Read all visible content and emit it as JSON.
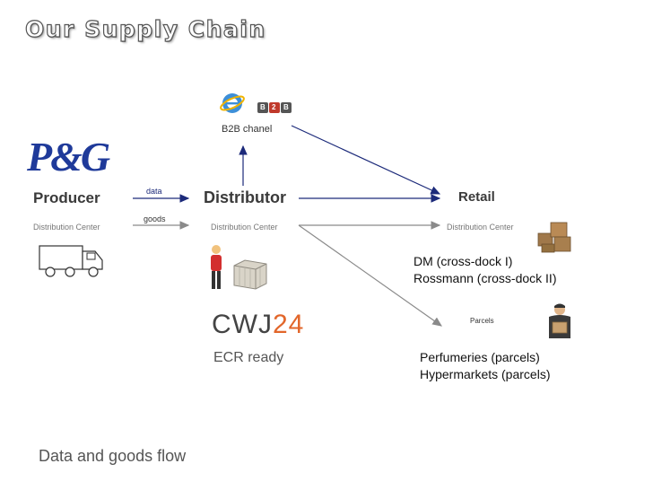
{
  "title": "Our Supply Chain",
  "logos": {
    "pg": "P&G",
    "cwj_prefix": "CWJ",
    "cwj_suffix": "24",
    "b2b": [
      "B",
      "2",
      "B"
    ]
  },
  "nodes": {
    "producer": {
      "label": "Producer",
      "sub": "Distribution Center"
    },
    "distributor": {
      "label": "Distributor",
      "sub": "Distribution Center"
    },
    "retail": {
      "label": "Retail",
      "sub": "Distribution Center"
    }
  },
  "b2b_channel": "B2B chanel",
  "flows": {
    "data": "data",
    "goods": "goods"
  },
  "parcels_label": "Parcels",
  "retail_list": [
    "DM (cross-dock I)",
    "Rossmann (cross-dock II)"
  ],
  "parcel_list": [
    "Perfumeries (parcels)",
    "Hypermarkets (parcels)"
  ],
  "ecr": "ECR ready",
  "footer": "Data and goods flow",
  "colors": {
    "data_arrow": "#1c2a7a",
    "goods_arrow": "#8a8a8a",
    "pg_blue": "#1f3a9a",
    "cwj_orange": "#e2662a"
  }
}
